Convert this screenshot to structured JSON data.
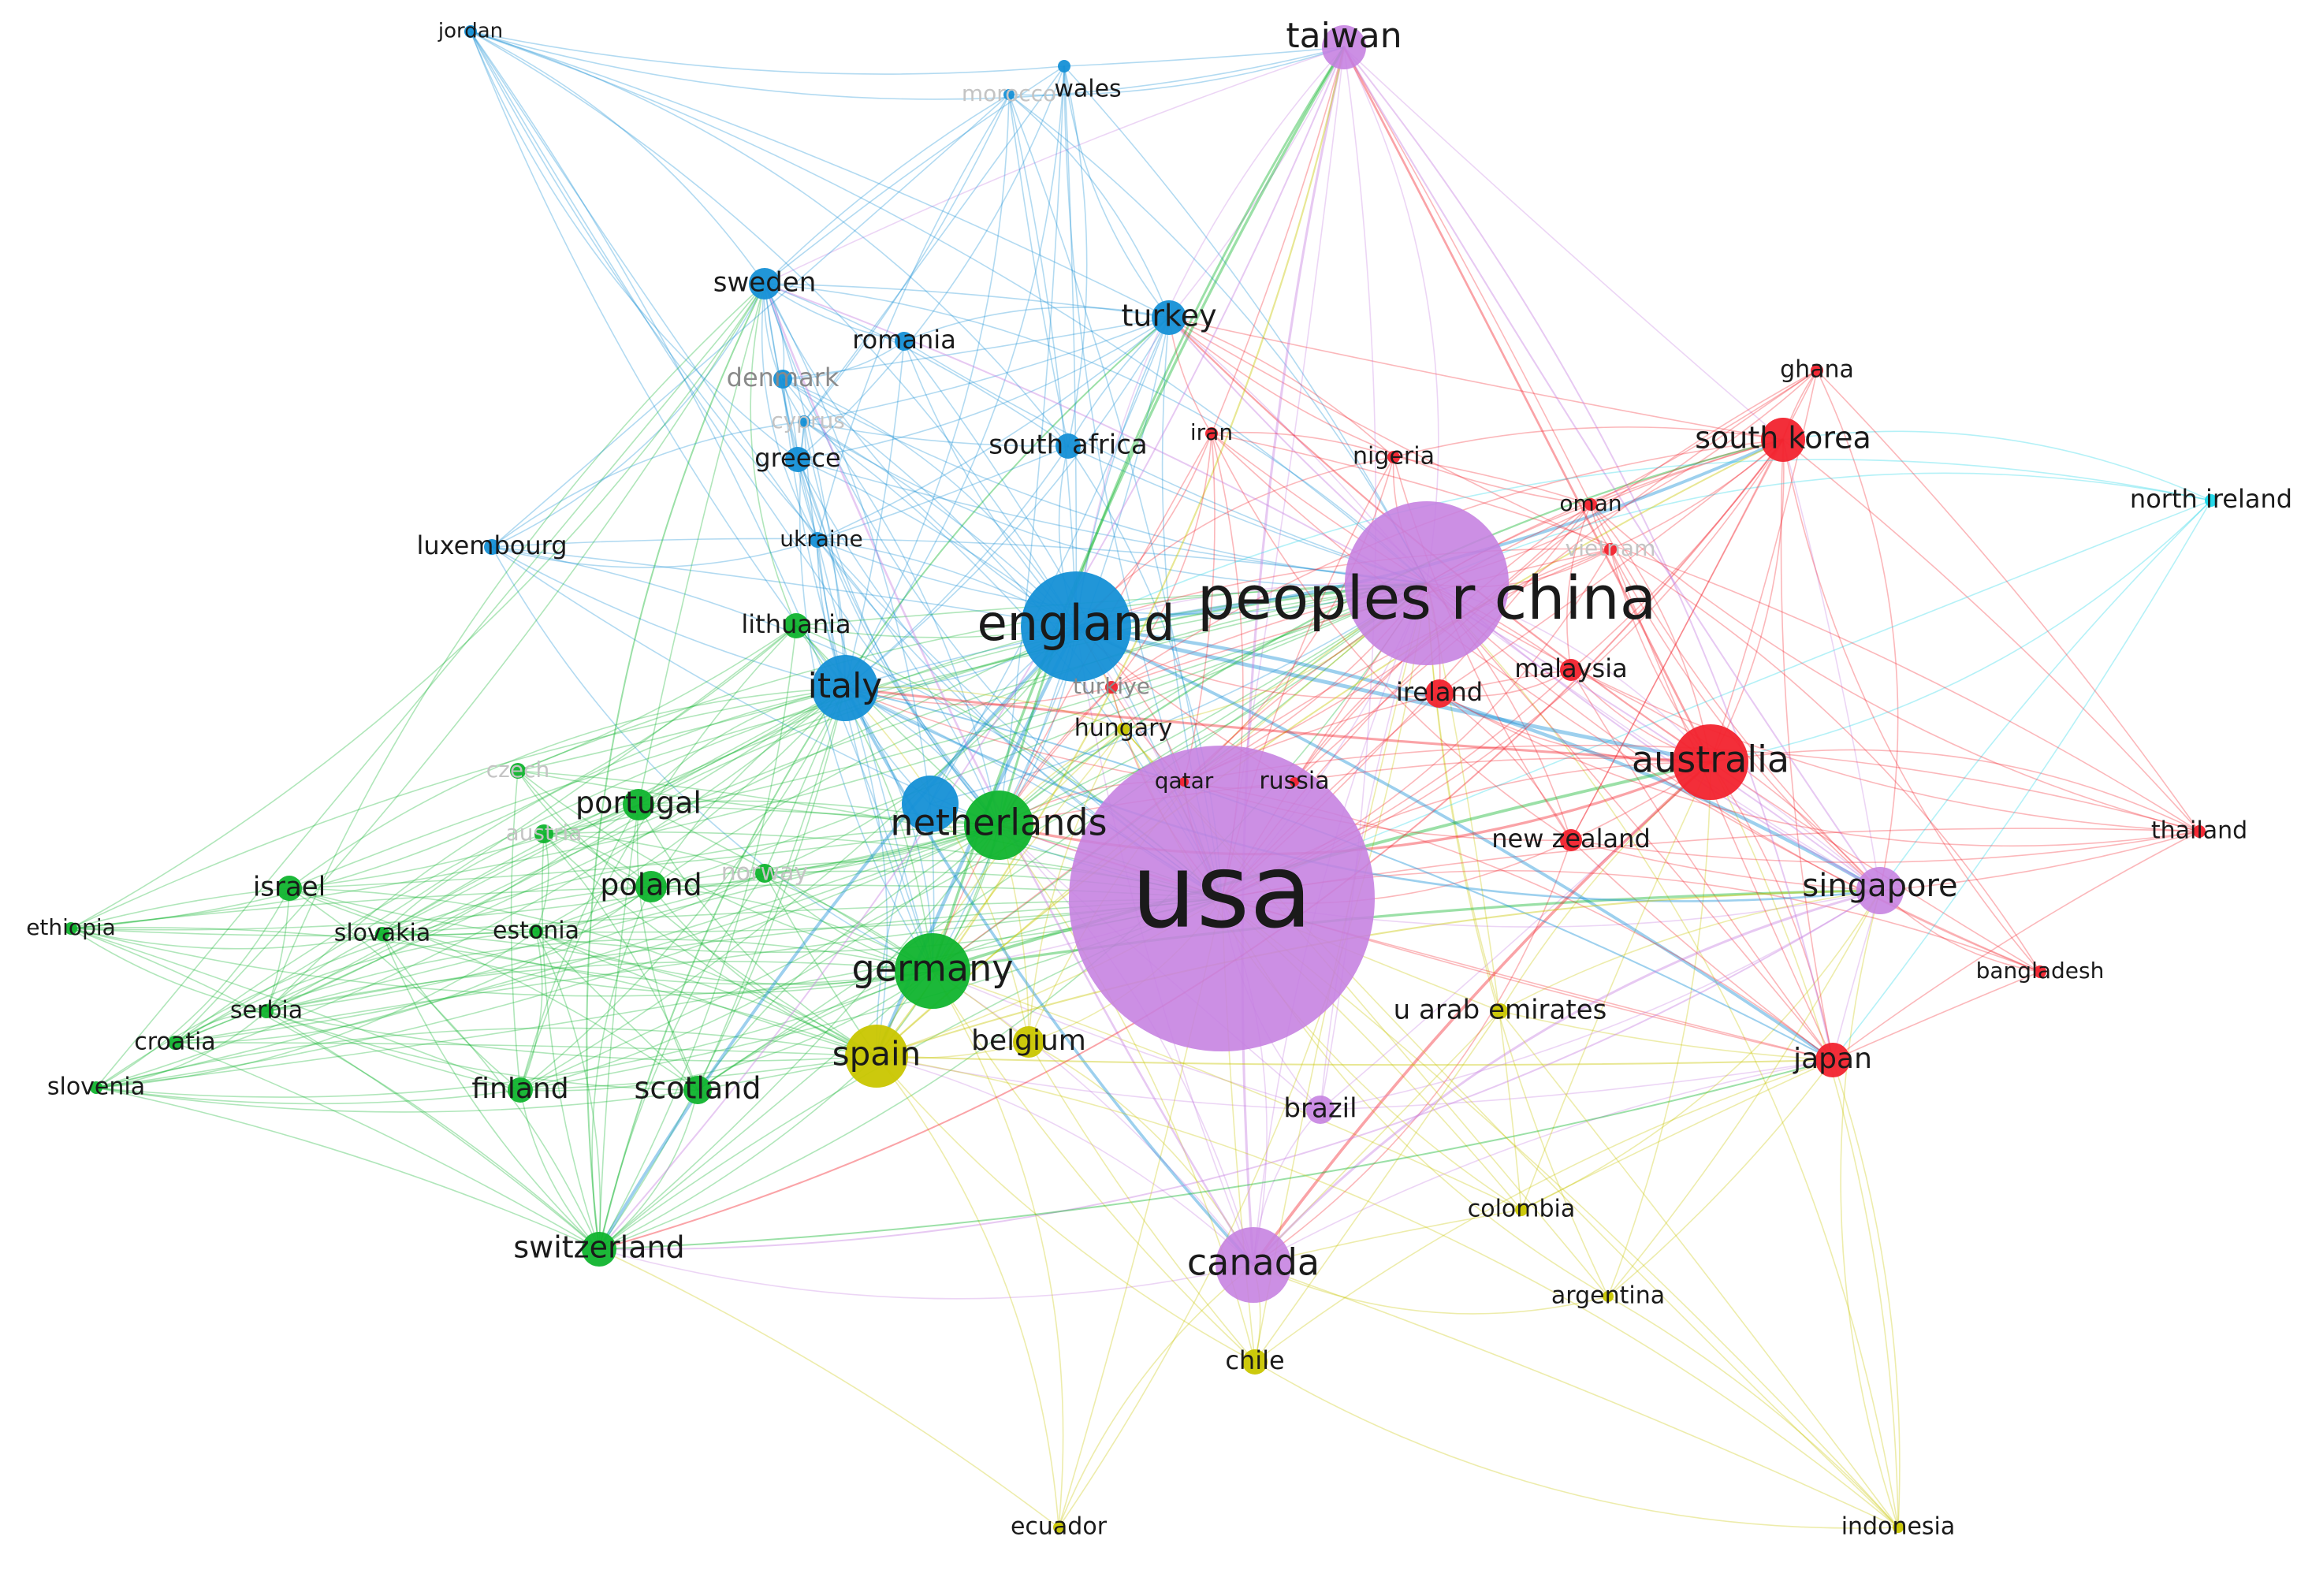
{
  "colors": {
    "red": "#f2232e",
    "green": "#10b42e",
    "blue": "#1590d6",
    "yellow": "#c9c600",
    "purple": "#c57fe0",
    "cyan": "#1ad6e8"
  },
  "nodes": [
    {
      "id": "usa",
      "label": "usa",
      "cluster": "purple",
      "weight": 100
    },
    {
      "id": "china",
      "label": "peoples r china",
      "cluster": "purple",
      "weight": 46
    },
    {
      "id": "taiwan",
      "label": "taiwan",
      "cluster": "purple",
      "weight": 10
    },
    {
      "id": "canada",
      "label": "canada",
      "cluster": "purple",
      "weight": 18
    },
    {
      "id": "singapore",
      "label": "singapore",
      "cluster": "purple",
      "weight": 9
    },
    {
      "id": "brazil",
      "label": "brazil",
      "cluster": "purple",
      "weight": 4
    },
    {
      "id": "england",
      "label": "england",
      "cluster": "blue",
      "weight": 30
    },
    {
      "id": "italy",
      "label": "italy",
      "cluster": "blue",
      "weight": 14
    },
    {
      "id": "netherlands_hub",
      "label": "",
      "cluster": "blue",
      "weight": 10
    },
    {
      "id": "sweden",
      "label": "sweden",
      "cluster": "blue",
      "weight": 5
    },
    {
      "id": "turkey",
      "label": "turkey",
      "cluster": "blue",
      "weight": 6
    },
    {
      "id": "romania",
      "label": "romania",
      "cluster": "blue",
      "weight": 2
    },
    {
      "id": "denmark",
      "label": "denmark",
      "cluster": "blue",
      "weight": 2
    },
    {
      "id": "cyprus",
      "label": "cyprus",
      "cluster": "blue",
      "weight": 1
    },
    {
      "id": "greece",
      "label": "greece",
      "cluster": "blue",
      "weight": 4
    },
    {
      "id": "south_africa",
      "label": "south africa",
      "cluster": "blue",
      "weight": 4
    },
    {
      "id": "ukraine",
      "label": "ukraine",
      "cluster": "blue",
      "weight": 1
    },
    {
      "id": "luxembourg",
      "label": "luxembourg",
      "cluster": "blue",
      "weight": 1
    },
    {
      "id": "jordan",
      "label": "jordan",
      "cluster": "blue",
      "weight": 1
    },
    {
      "id": "wales",
      "label": "wales",
      "cluster": "blue",
      "weight": 1
    },
    {
      "id": "morocco",
      "label": "morocco",
      "cluster": "blue",
      "weight": 1
    },
    {
      "id": "germany",
      "label": "germany",
      "cluster": "green",
      "weight": 20
    },
    {
      "id": "netherlands",
      "label": "netherlands",
      "cluster": "green",
      "weight": 16
    },
    {
      "id": "switzerland",
      "label": "switzerland",
      "cluster": "green",
      "weight": 5
    },
    {
      "id": "scotland",
      "label": "scotland",
      "cluster": "green",
      "weight": 4
    },
    {
      "id": "finland",
      "label": "finland",
      "cluster": "green",
      "weight": 3
    },
    {
      "id": "poland",
      "label": "poland",
      "cluster": "green",
      "weight": 4
    },
    {
      "id": "portugal",
      "label": "portugal",
      "cluster": "green",
      "weight": 4
    },
    {
      "id": "israel",
      "label": "israel",
      "cluster": "green",
      "weight": 3
    },
    {
      "id": "lithuania",
      "label": "lithuania",
      "cluster": "green",
      "weight": 3
    },
    {
      "id": "slovakia",
      "label": "slovakia",
      "cluster": "green",
      "weight": 1
    },
    {
      "id": "estonia",
      "label": "estonia",
      "cluster": "green",
      "weight": 1
    },
    {
      "id": "serbia",
      "label": "serbia",
      "cluster": "green",
      "weight": 1
    },
    {
      "id": "croatia",
      "label": "croatia",
      "cluster": "green",
      "weight": 1
    },
    {
      "id": "slovenia",
      "label": "slovenia",
      "cluster": "green",
      "weight": 1
    },
    {
      "id": "ethiopia",
      "label": "ethiopia",
      "cluster": "green",
      "weight": 1
    },
    {
      "id": "norway",
      "label": "norway",
      "cluster": "green",
      "weight": 2
    },
    {
      "id": "austria",
      "label": "austria",
      "cluster": "green",
      "weight": 2
    },
    {
      "id": "czech",
      "label": "czech",
      "cluster": "green",
      "weight": 2
    },
    {
      "id": "spain",
      "label": "spain",
      "cluster": "yellow",
      "weight": 10
    },
    {
      "id": "belgium",
      "label": "belgium",
      "cluster": "yellow",
      "weight": 4
    },
    {
      "id": "u_arab_emirates",
      "label": "u arab emirates",
      "cluster": "yellow",
      "weight": 2
    },
    {
      "id": "colombia",
      "label": "colombia",
      "cluster": "yellow",
      "weight": 1
    },
    {
      "id": "argentina",
      "label": "argentina",
      "cluster": "yellow",
      "weight": 1
    },
    {
      "id": "chile",
      "label": "chile",
      "cluster": "yellow",
      "weight": 2
    },
    {
      "id": "ecuador",
      "label": "ecuador",
      "cluster": "yellow",
      "weight": 1
    },
    {
      "id": "indonesia",
      "label": "indonesia",
      "cluster": "yellow",
      "weight": 1
    },
    {
      "id": "hungary",
      "label": "hungary",
      "cluster": "yellow",
      "weight": 1
    },
    {
      "id": "australia",
      "label": "australia",
      "cluster": "red",
      "weight": 14
    },
    {
      "id": "south_korea",
      "label": "south korea",
      "cluster": "red",
      "weight": 5
    },
    {
      "id": "japan",
      "label": "japan",
      "cluster": "red",
      "weight": 4
    },
    {
      "id": "ireland",
      "label": "ireland",
      "cluster": "red",
      "weight": 3
    },
    {
      "id": "malaysia",
      "label": "malaysia",
      "cluster": "red",
      "weight": 2
    },
    {
      "id": "new_zealand",
      "label": "new zealand",
      "cluster": "red",
      "weight": 2
    },
    {
      "id": "thailand",
      "label": "thailand",
      "cluster": "red",
      "weight": 1
    },
    {
      "id": "bangladesh",
      "label": "bangladesh",
      "cluster": "red",
      "weight": 1
    },
    {
      "id": "ghana",
      "label": "ghana",
      "cluster": "red",
      "weight": 1
    },
    {
      "id": "nigeria",
      "label": "nigeria",
      "cluster": "red",
      "weight": 1
    },
    {
      "id": "oman",
      "label": "oman",
      "cluster": "red",
      "weight": 1
    },
    {
      "id": "iran",
      "label": "iran",
      "cluster": "red",
      "weight": 1
    },
    {
      "id": "vietnam",
      "label": "vietnam",
      "cluster": "red",
      "weight": 1
    },
    {
      "id": "qatar",
      "label": "qatar",
      "cluster": "red",
      "weight": 1
    },
    {
      "id": "russia",
      "label": "russia",
      "cluster": "red",
      "weight": 1
    },
    {
      "id": "turkiye",
      "label": "turkiye",
      "cluster": "red",
      "weight": 1
    },
    {
      "id": "north_ireland",
      "label": "north ireland",
      "cluster": "cyan",
      "weight": 1
    }
  ]
}
